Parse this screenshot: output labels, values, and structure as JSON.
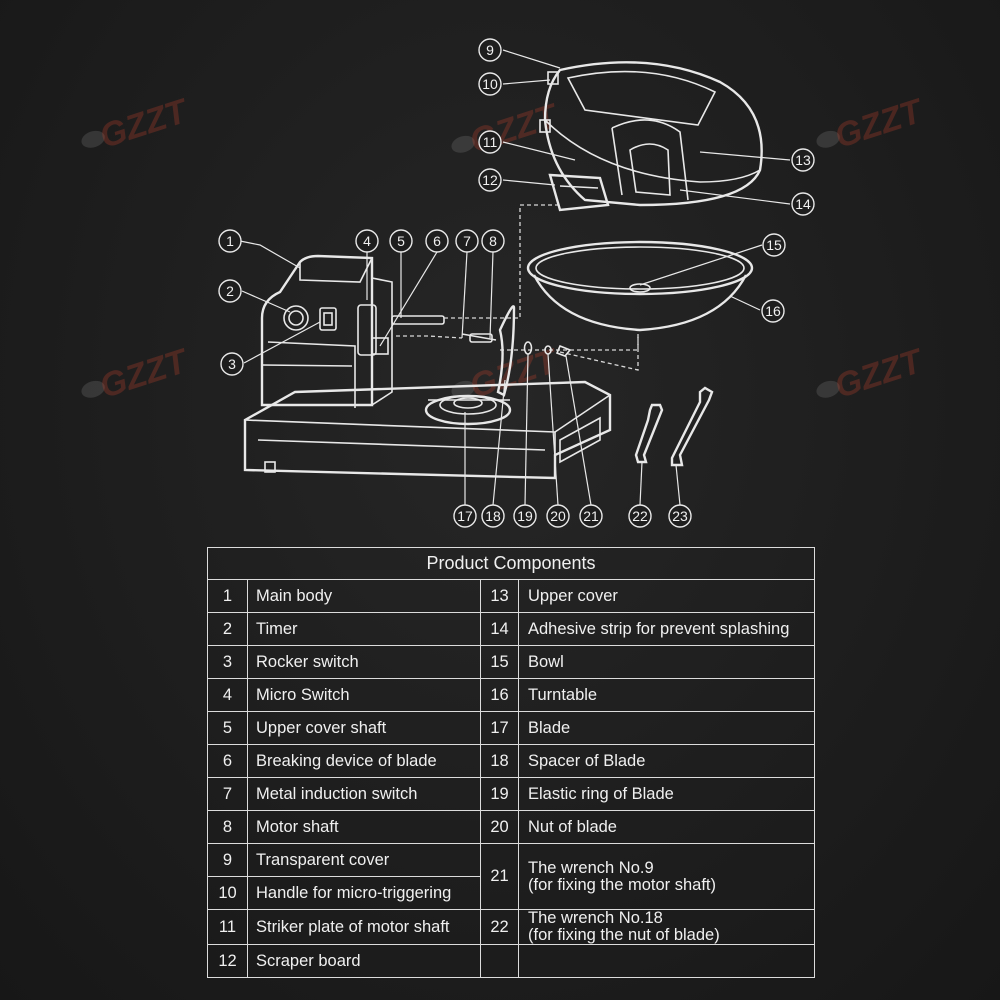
{
  "watermark": "GZZT",
  "callouts": [
    "1",
    "2",
    "3",
    "4",
    "5",
    "6",
    "7",
    "8",
    "9",
    "10",
    "11",
    "12",
    "13",
    "14",
    "15",
    "16",
    "17",
    "18",
    "19",
    "20",
    "21",
    "22",
    "23"
  ],
  "table": {
    "title": "Product Components",
    "left": [
      {
        "num": "1",
        "label": "Main body"
      },
      {
        "num": "2",
        "label": "Timer"
      },
      {
        "num": "3",
        "label": "Rocker switch"
      },
      {
        "num": "4",
        "label": "Micro Switch"
      },
      {
        "num": "5",
        "label": "Upper cover shaft"
      },
      {
        "num": "6",
        "label": "Breaking device of blade"
      },
      {
        "num": "7",
        "label": "Metal induction switch"
      },
      {
        "num": "8",
        "label": "Motor shaft"
      },
      {
        "num": "9",
        "label": "Transparent cover"
      },
      {
        "num": "10",
        "label": "Handle for micro-triggering"
      },
      {
        "num": "11",
        "label": "Striker plate of motor shaft"
      },
      {
        "num": "12",
        "label": "Scraper board"
      }
    ],
    "right": [
      {
        "num": "13",
        "label": "Upper cover"
      },
      {
        "num": "14",
        "label": "Adhesive strip for prevent splashing"
      },
      {
        "num": "15",
        "label": "Bowl"
      },
      {
        "num": "16",
        "label": "Turntable"
      },
      {
        "num": "17",
        "label": "Blade"
      },
      {
        "num": "18",
        "label": "Spacer of Blade"
      },
      {
        "num": "19",
        "label": "Elastic ring of Blade"
      },
      {
        "num": "20",
        "label": "Nut of blade"
      },
      {
        "num": "21",
        "label": "The wrench No.9",
        "sub": "(for fixing the motor shaft)"
      },
      {
        "num": "22",
        "label": "The wrench No.18",
        "sub": "(for fixing the nut of blade)"
      }
    ]
  }
}
